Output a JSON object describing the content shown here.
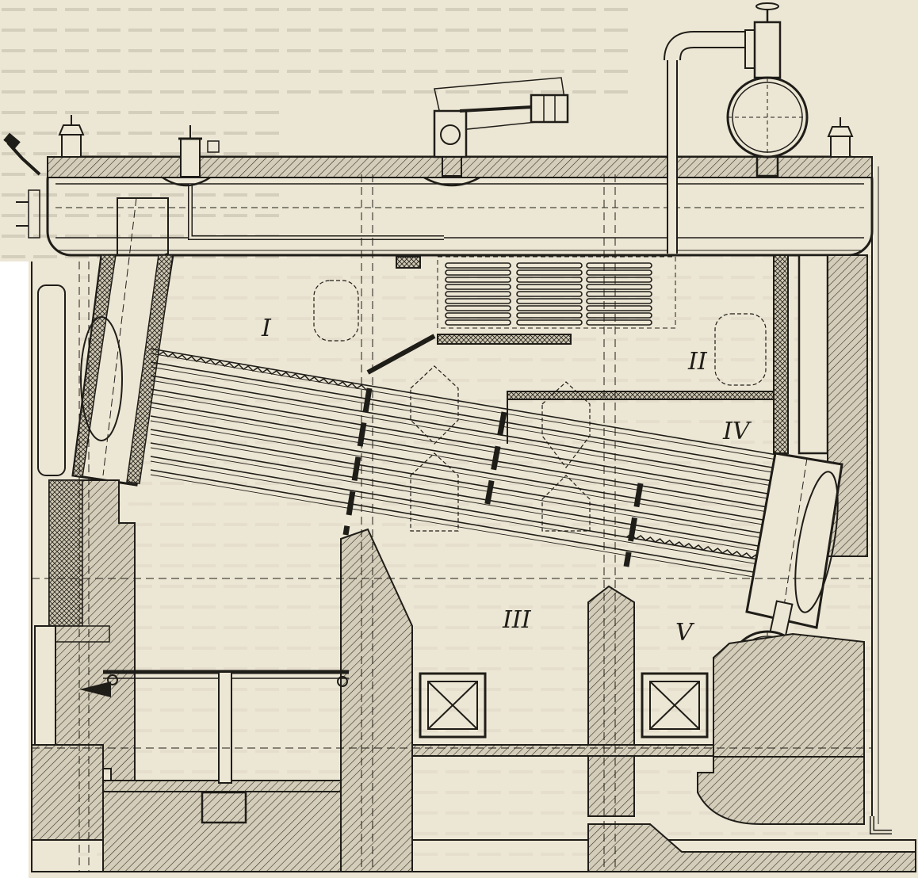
{
  "diagram": {
    "type": "boiler-section",
    "colors": {
      "paper": "#ece6d4",
      "ink": "#1f1d18",
      "brick": "#cfc8b4",
      "bleed_text": "#9d978a"
    },
    "labels": {
      "zone_1": "I",
      "zone_2": "II",
      "zone_3": "III",
      "zone_4": "IV",
      "zone_5": "V"
    }
  }
}
